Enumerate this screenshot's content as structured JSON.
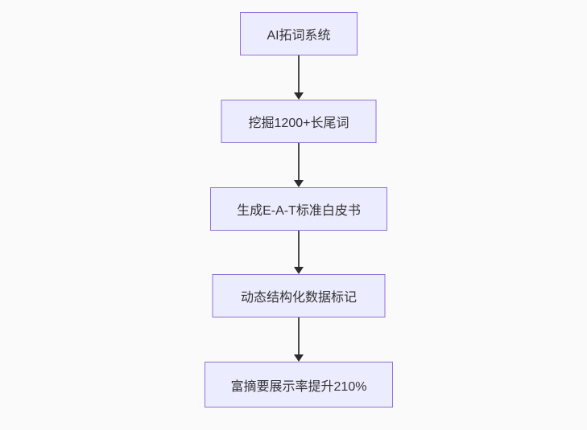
{
  "page": {
    "background_color": "#fafafa"
  },
  "diagram": {
    "type": "flowchart",
    "direction": "top-down",
    "style": {
      "node_fill": "#ECECFF",
      "node_border": "#9370DB",
      "node_text_color": "#333333",
      "arrow_color": "#4a4a4a",
      "arrowhead_color": "#2b2b2b"
    },
    "nodes": [
      {
        "id": "n1",
        "label": "AI拓词系统"
      },
      {
        "id": "n2",
        "label": "挖掘1200+长尾词"
      },
      {
        "id": "n3",
        "label": "生成E-A-T标准白皮书"
      },
      {
        "id": "n4",
        "label": "动态结构化数据标记"
      },
      {
        "id": "n5",
        "label": "富摘要展示率提升210%"
      }
    ],
    "edges": [
      {
        "from": "n1",
        "to": "n2"
      },
      {
        "from": "n2",
        "to": "n3"
      },
      {
        "from": "n3",
        "to": "n4"
      },
      {
        "from": "n4",
        "to": "n5"
      }
    ]
  }
}
